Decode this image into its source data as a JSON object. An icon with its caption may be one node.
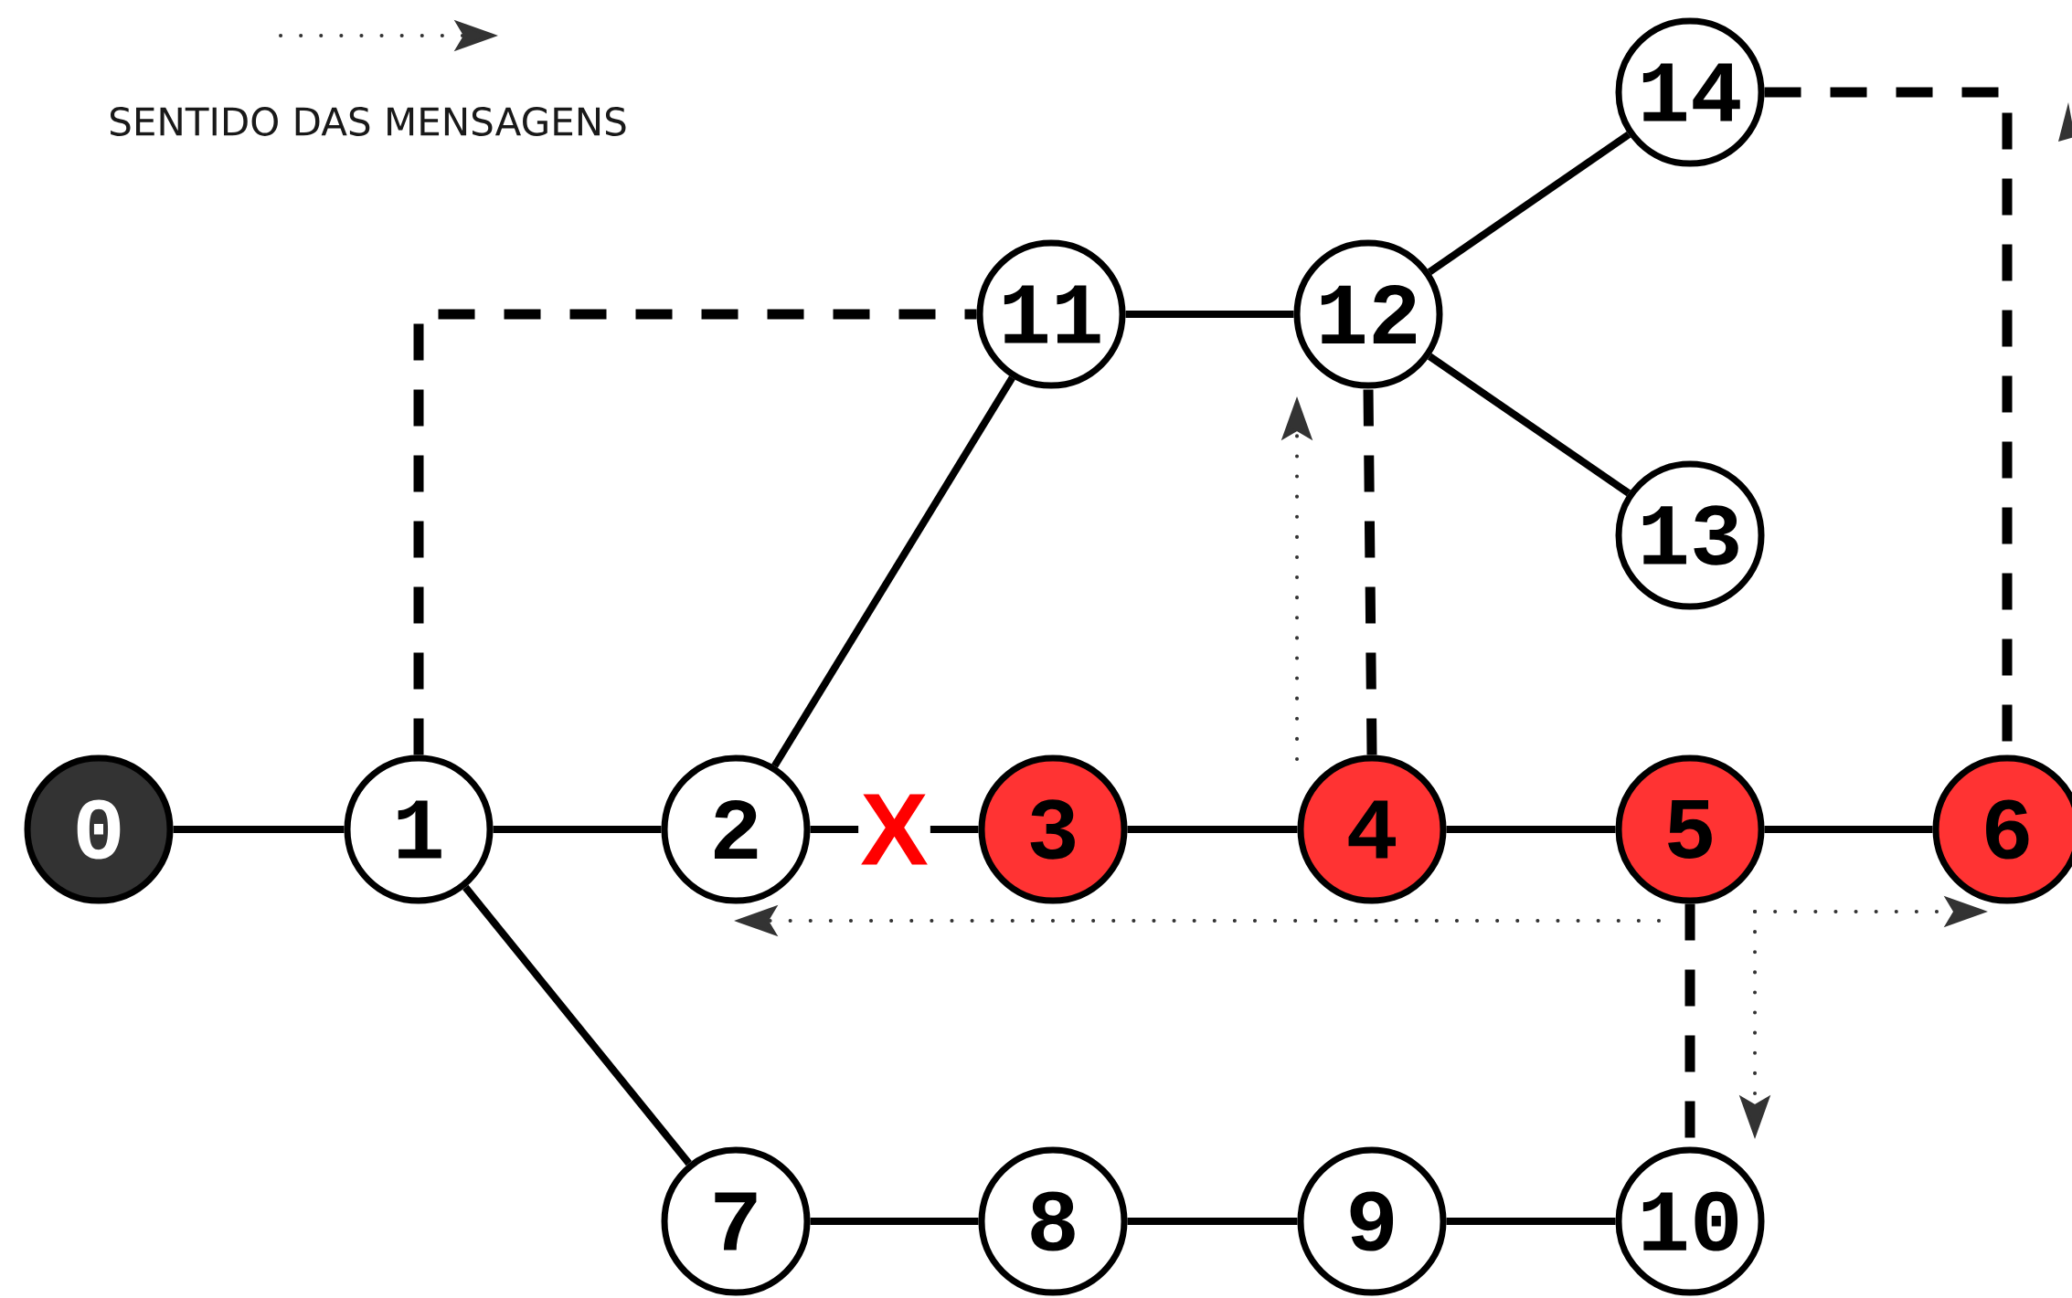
{
  "diagram": {
    "nodes": [
      {
        "text": [
          "0"
        ]
      },
      {
        "text": [
          "1"
        ]
      },
      {
        "text": [
          "2"
        ]
      },
      {
        "text": [
          "3"
        ]
      },
      {
        "text": [
          "4"
        ]
      },
      {
        "text": [
          "5"
        ]
      },
      {
        "text": [
          "6"
        ]
      },
      {
        "text": [
          "7"
        ]
      },
      {
        "text": [
          "8"
        ]
      },
      {
        "text": [
          "9"
        ]
      },
      {
        "text": [
          "10"
        ]
      },
      {
        "text": [
          "11"
        ]
      },
      {
        "text": [
          "12"
        ]
      },
      {
        "text": [
          "13"
        ]
      },
      {
        "text": [
          "14"
        ]
      }
    ],
    "edges": [
      {
        "from": 0,
        "to": 1,
        "arrow": "none"
      },
      {
        "from": 1,
        "to": 2,
        "arrow": "none"
      },
      {
        "from": 2,
        "to": 3,
        "arrow": "none",
        "label": "X"
      },
      {
        "from": 3,
        "to": 4,
        "arrow": "none"
      },
      {
        "from": 4,
        "to": 5,
        "arrow": "none"
      },
      {
        "from": 5,
        "to": 6,
        "arrow": "none"
      },
      {
        "from": 1,
        "to": 7,
        "arrow": "none"
      },
      {
        "from": 7,
        "to": 8,
        "arrow": "none"
      },
      {
        "from": 8,
        "to": 9,
        "arrow": "none"
      },
      {
        "from": 9,
        "to": 10,
        "arrow": "none"
      },
      {
        "from": 2,
        "to": 11,
        "arrow": "none"
      },
      {
        "from": 11,
        "to": 12,
        "arrow": "none"
      },
      {
        "from": 12,
        "to": 14,
        "arrow": "none"
      },
      {
        "from": 12,
        "to": 13,
        "arrow": "none"
      },
      {
        "from": 1,
        "to": 11,
        "arrow": "none",
        "style": "dashed"
      },
      {
        "from": 4,
        "to": 12,
        "arrow": "none",
        "style": "dashed"
      },
      {
        "from": 5,
        "to": 10,
        "arrow": "none",
        "style": "dashed"
      },
      {
        "from": 14,
        "to": 6,
        "arrow": "none",
        "style": "dashed"
      }
    ],
    "legend": [
      {
        "text": "SENTIDO DAS MENSAGENS"
      }
    ]
  }
}
